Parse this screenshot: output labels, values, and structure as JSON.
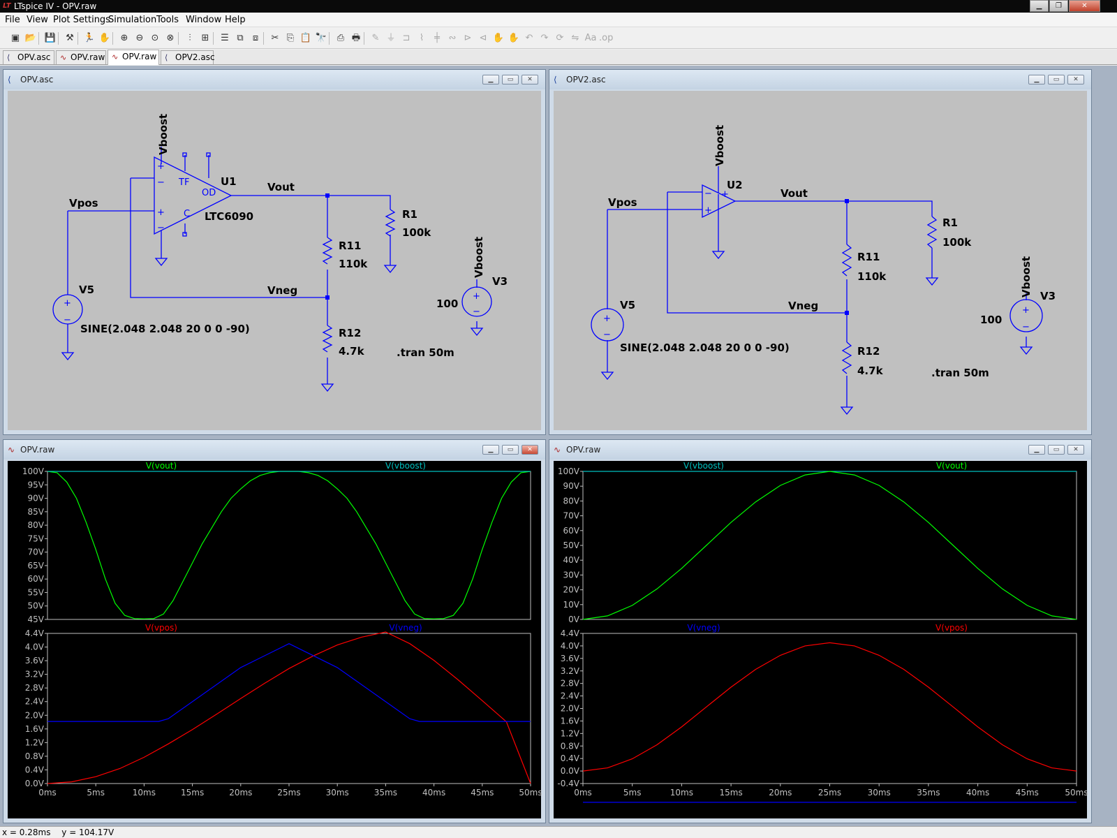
{
  "app": {
    "title": "LTspice IV - OPV.raw",
    "logo": "LT",
    "win_buttons": [
      "minimize-icon",
      "restore-icon",
      "close-icon"
    ]
  },
  "menu": [
    "File",
    "View",
    "Plot Settings",
    "Simulation",
    "Tools",
    "Window",
    "Help"
  ],
  "toolbar_icons": [
    "new-schematic-icon",
    "open-icon",
    "save-icon",
    "control-panel-icon",
    "run-icon",
    "halt-icon",
    "zoom-in-icon",
    "zoom-out-icon",
    "zoom-fit-icon",
    "zoom-cancel-icon",
    "autorange-icon",
    "grid-icon",
    "tile-horizontal-icon",
    "cascade-icon",
    "tile-vertical-icon",
    "cut-icon",
    "copy-icon",
    "paste-icon",
    "find-icon",
    "print-preview-icon",
    "print-icon",
    "wire-icon",
    "ground-icon",
    "label-icon",
    "resistor-icon",
    "capacitor-icon",
    "inductor-icon",
    "diode-icon",
    "component-icon",
    "move-icon",
    "drag-icon",
    "undo-icon",
    "redo-icon",
    "rotate-icon",
    "mirror-icon",
    "text-icon",
    "spice-directive-icon"
  ],
  "tabs": [
    {
      "label": "OPV.asc",
      "icon": "schematic-icon"
    },
    {
      "label": "OPV.raw",
      "icon": "waveform-icon"
    },
    {
      "label": "OPV.raw",
      "icon": "waveform-icon",
      "active": true
    },
    {
      "label": "OPV2.asc",
      "icon": "schematic-icon"
    }
  ],
  "windows": {
    "sch1": {
      "title": "OPV.asc",
      "labels": {
        "vboost_top": "Vboost",
        "u1": "U1",
        "part": "LTC6090",
        "vout": "Vout",
        "vpos": "Vpos",
        "r1": "R1",
        "r1v": "100k",
        "r11": "R11",
        "r11v": "110k",
        "vneg": "Vneg",
        "r12": "R12",
        "r12v": "4.7k",
        "v5": "V5",
        "sine": "SINE(2.048 2.048 20 0 0 -90)",
        "vboost_src": "Vboost",
        "v3": "V3",
        "v3v": "100",
        "tran": ".tran 50m",
        "pin_tf": "TF",
        "pin_od": "OD",
        "pin_c": "C",
        "plus": "+",
        "minus": "−"
      }
    },
    "sch2": {
      "title": "OPV2.asc",
      "labels": {
        "vboost_top": "Vboost",
        "u2": "U2",
        "vout": "Vout",
        "vpos": "Vpos",
        "r1": "R1",
        "r1v": "100k",
        "r11": "R11",
        "r11v": "110k",
        "vneg": "Vneg",
        "r12": "R12",
        "r12v": "4.7k",
        "v5": "V5",
        "sine": "SINE(2.048 2.048 20 0 0 -90)",
        "vboost_src": "Vboost",
        "v3": "V3",
        "v3v": "100",
        "tran": ".tran 50m",
        "plus": "+",
        "minus": "−"
      }
    },
    "wave1": {
      "title": "OPV.raw"
    },
    "wave2": {
      "title": "OPV.raw"
    }
  },
  "chart_data": [
    {
      "type": "line",
      "window": "wave1",
      "pane": "top",
      "series": [
        {
          "name": "V(vout)",
          "color": "#00ff00",
          "x": [
            0,
            1,
            2,
            3,
            4,
            5,
            6,
            7,
            8,
            9,
            10,
            11,
            12,
            13,
            14,
            15,
            16,
            17,
            18,
            19,
            20,
            21,
            22,
            23,
            24,
            25,
            26,
            27,
            28,
            29,
            30,
            31,
            32,
            33,
            34,
            35,
            36,
            37,
            38,
            39,
            40,
            41,
            42,
            43,
            44,
            45,
            46,
            47,
            48,
            49,
            50
          ],
          "values": [
            100,
            99.5,
            96,
            90,
            81,
            71,
            60,
            51,
            46.5,
            45.3,
            45.2,
            45.3,
            47,
            52,
            59,
            66,
            73,
            79,
            85,
            90,
            93.5,
            96.5,
            98.5,
            99.5,
            100,
            100,
            100,
            99.5,
            98.5,
            96.5,
            93.5,
            90,
            85,
            79,
            73,
            66,
            59,
            52,
            47,
            45.3,
            45.2,
            45.3,
            46.5,
            51,
            60,
            71,
            81,
            90,
            96,
            99.5,
            100
          ]
        },
        {
          "name": "V(vboost)",
          "color": "#00c0c0",
          "x": [
            0,
            50
          ],
          "values": [
            100,
            100
          ]
        }
      ],
      "xlabel": "",
      "ylabel": "",
      "xlim": [
        0,
        50
      ],
      "ylim": [
        45,
        100
      ],
      "yticks": [
        "45V",
        "50V",
        "55V",
        "60V",
        "65V",
        "70V",
        "75V",
        "80V",
        "85V",
        "90V",
        "95V",
        "100V"
      ]
    },
    {
      "type": "line",
      "window": "wave1",
      "pane": "bottom",
      "series": [
        {
          "name": "V(vpos)",
          "color": "#ff0000",
          "x": [
            0,
            2.5,
            5,
            7.5,
            10,
            12.5,
            15,
            17.5,
            20,
            22.5,
            25,
            27.5,
            30,
            32.5,
            35,
            37.5,
            40,
            42.5,
            45,
            47.5,
            50
          ],
          "values": [
            0,
            0.05,
            0.2,
            0.44,
            0.77,
            1.16,
            1.58,
            2.03,
            2.49,
            2.94,
            3.37,
            3.74,
            4.06,
            4.29,
            4.44,
            4.1,
            3.61,
            3.04,
            2.43,
            1.81,
            0
          ]
        },
        {
          "name": "V(vneg)",
          "color": "#0000ff",
          "x": [
            0,
            11.5,
            12.5,
            15,
            20,
            25,
            30,
            35,
            37.5,
            38.5,
            50
          ],
          "values": [
            1.82,
            1.82,
            1.9,
            2.4,
            3.4,
            4.1,
            3.4,
            2.4,
            1.9,
            1.82,
            1.82
          ]
        }
      ],
      "xlim": [
        0,
        50
      ],
      "ylim": [
        0,
        4.4
      ],
      "yticks": [
        "0.0V",
        "0.4V",
        "0.8V",
        "1.2V",
        "1.6V",
        "2.0V",
        "2.4V",
        "2.8V",
        "3.2V",
        "3.6V",
        "4.0V",
        "4.4V"
      ],
      "xticks": [
        "0ms",
        "5ms",
        "10ms",
        "15ms",
        "20ms",
        "25ms",
        "30ms",
        "35ms",
        "40ms",
        "45ms",
        "50ms"
      ]
    },
    {
      "type": "line",
      "window": "wave2",
      "pane": "top",
      "series": [
        {
          "name": "V(vboost)",
          "color": "#00c0c0",
          "x": [
            0,
            50
          ],
          "values": [
            100,
            100
          ]
        },
        {
          "name": "V(vout)",
          "color": "#00ff00",
          "x": [
            0,
            2.5,
            5,
            7.5,
            10,
            12.5,
            15,
            17.5,
            20,
            22.5,
            25,
            27.5,
            30,
            32.5,
            35,
            37.5,
            40,
            42.5,
            45,
            47.5,
            50
          ],
          "values": [
            0,
            2.4,
            9.5,
            20.6,
            34.5,
            50,
            65.5,
            79.4,
            90.5,
            97.6,
            100,
            97.6,
            90.5,
            79.4,
            65.5,
            50,
            34.5,
            20.6,
            9.5,
            2.4,
            0
          ]
        }
      ],
      "xlim": [
        0,
        50
      ],
      "ylim": [
        0,
        100
      ],
      "yticks": [
        "0V",
        "10V",
        "20V",
        "30V",
        "40V",
        "50V",
        "60V",
        "70V",
        "80V",
        "90V",
        "100V"
      ]
    },
    {
      "type": "line",
      "window": "wave2",
      "pane": "bottom",
      "series": [
        {
          "name": "V(vneg)",
          "color": "#0000ff",
          "x": [
            0,
            50
          ],
          "values": [
            -1,
            -1
          ]
        },
        {
          "name": "V(vpos)",
          "color": "#ff0000",
          "x": [
            0,
            2.5,
            5,
            7.5,
            10,
            12.5,
            15,
            17.5,
            20,
            22.5,
            25,
            27.5,
            30,
            32.5,
            35,
            37.5,
            40,
            42.5,
            45,
            47.5,
            50
          ],
          "values": [
            0,
            0.1,
            0.39,
            0.84,
            1.41,
            2.05,
            2.68,
            3.25,
            3.7,
            4,
            4.1,
            4,
            3.7,
            3.25,
            2.68,
            2.05,
            1.41,
            0.84,
            0.39,
            0.1,
            0
          ]
        }
      ],
      "xlim": [
        0,
        50
      ],
      "ylim": [
        -0.4,
        4.4
      ],
      "yticks": [
        "-0.4V",
        "0.0V",
        "0.4V",
        "0.8V",
        "1.2V",
        "1.6V",
        "2.0V",
        "2.4V",
        "2.8V",
        "3.2V",
        "3.6V",
        "4.0V",
        "4.4V"
      ],
      "xticks": [
        "0ms",
        "5ms",
        "10ms",
        "15ms",
        "20ms",
        "25ms",
        "30ms",
        "35ms",
        "40ms",
        "45ms",
        "50ms"
      ]
    }
  ],
  "status": {
    "x": "x = 0.28ms",
    "y": "y = 104.17V"
  }
}
